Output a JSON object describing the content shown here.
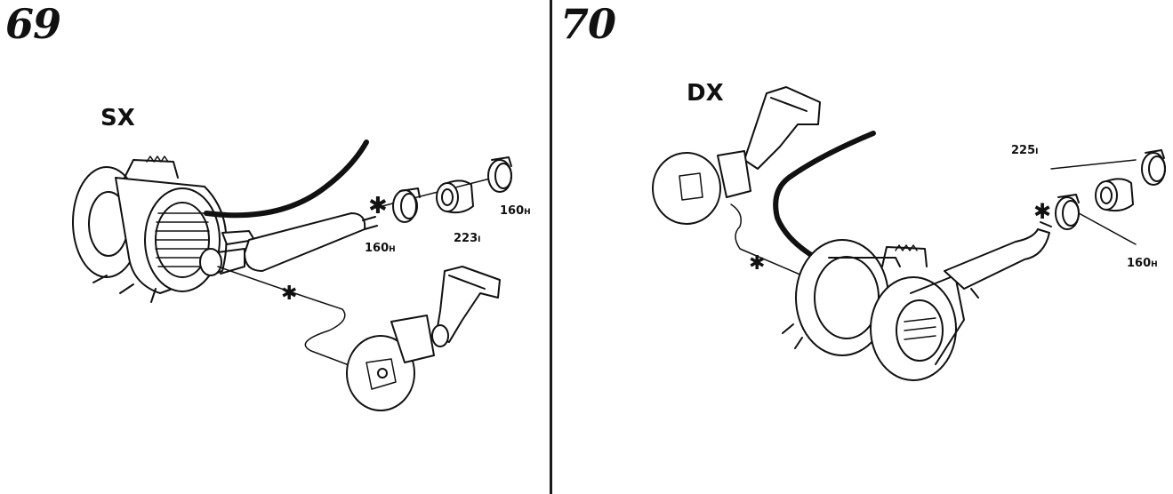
{
  "left": {
    "step": "69",
    "side": "SX",
    "parts": [
      {
        "num": "160",
        "suffix": "H"
      },
      {
        "num": "223",
        "suffix": "I"
      },
      {
        "num": "160",
        "suffix": "H"
      }
    ]
  },
  "right": {
    "step": "70",
    "side": "DX",
    "parts": [
      {
        "num": "225",
        "suffix": "I"
      },
      {
        "num": "160",
        "suffix": "H"
      }
    ]
  }
}
